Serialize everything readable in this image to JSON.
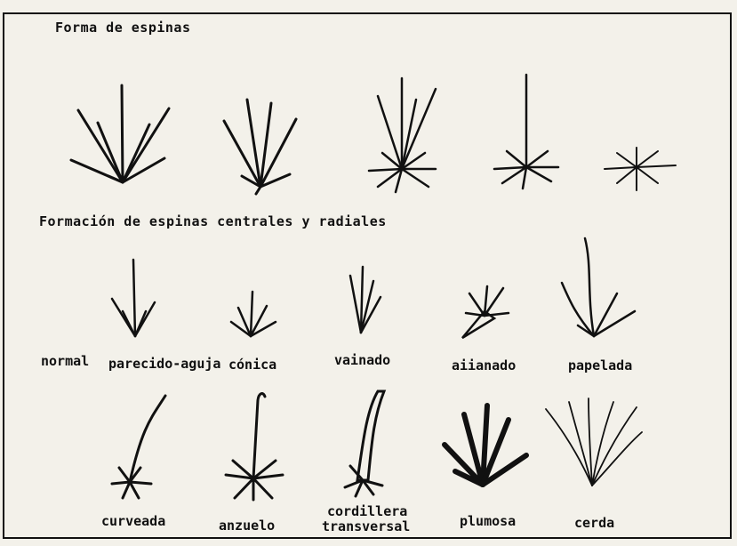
{
  "section1": {
    "title": "Forma de espinas"
  },
  "section2": {
    "title": "Formación de espinas centrales y radiales"
  },
  "row1_labels": [
    "normal",
    "parecido-aguja",
    "cónica",
    "vainado",
    "aiianado",
    "papelada"
  ],
  "row2_labels": [
    "curveada",
    "anzuelo",
    "cordillera",
    "transversal",
    "plumosa",
    "cerda"
  ]
}
